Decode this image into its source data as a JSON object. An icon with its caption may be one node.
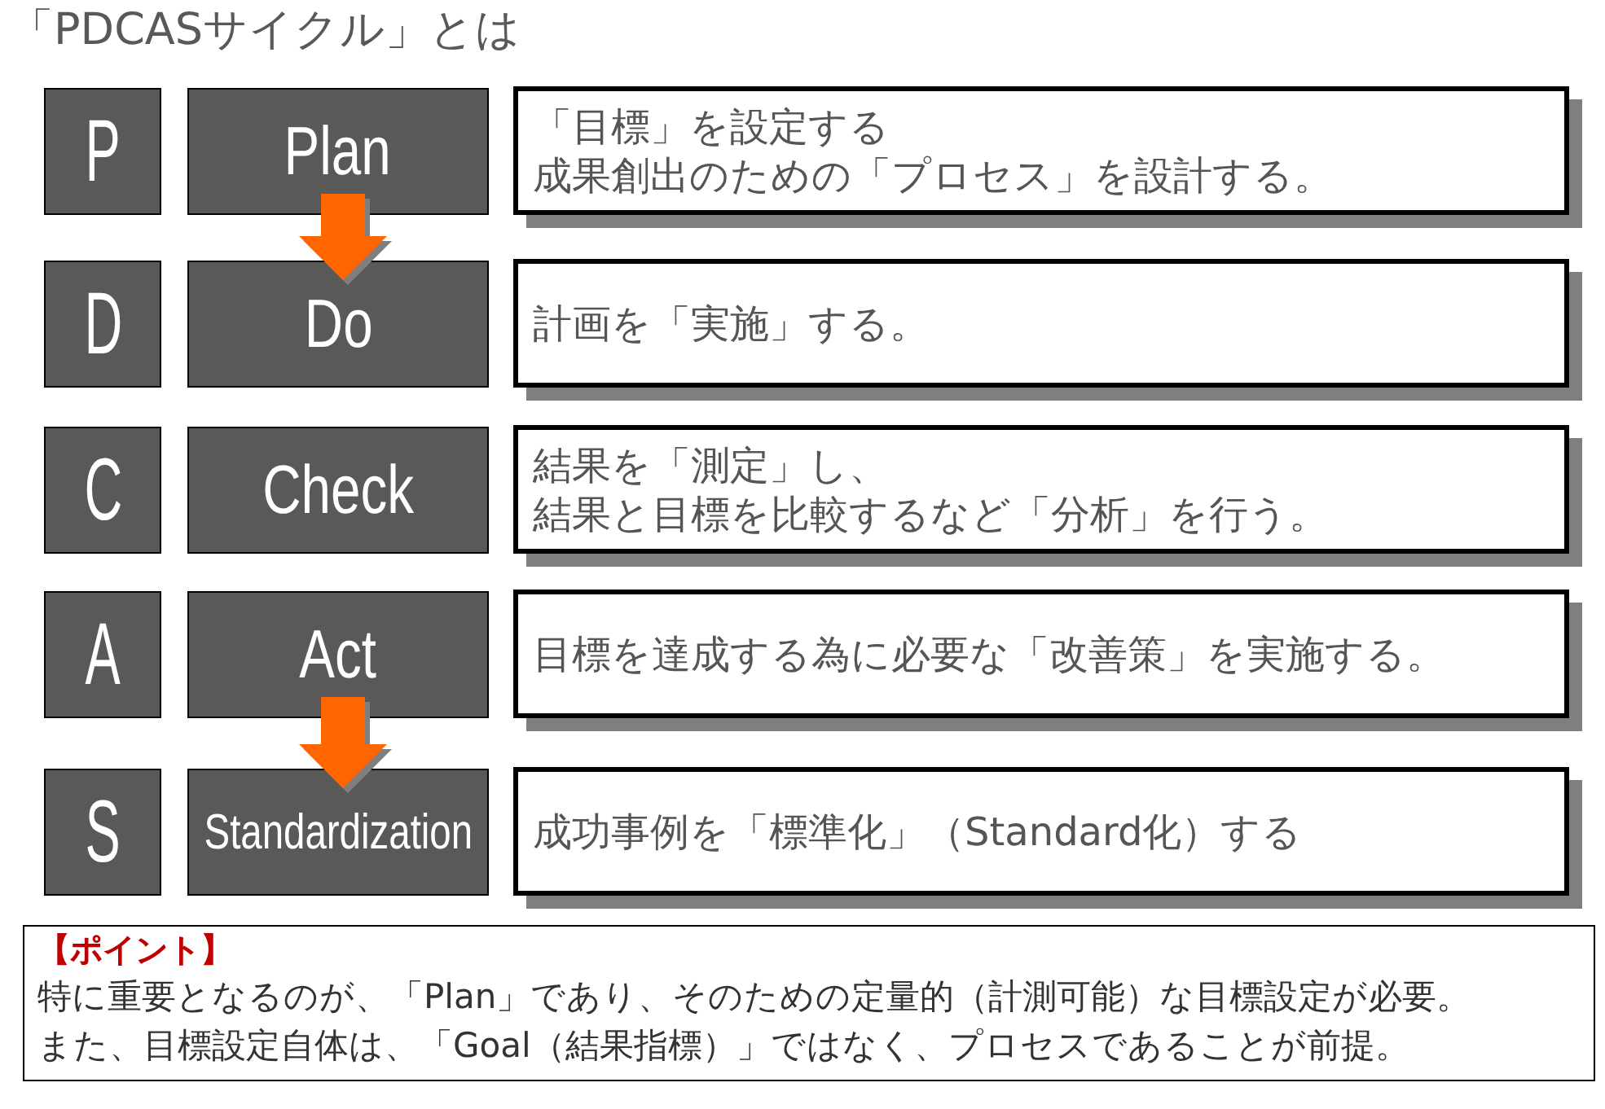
{
  "diagram": {
    "title": "「PDCASサイクル」とは",
    "nodes": [
      {
        "text": [
          "P"
        ]
      },
      {
        "text": [
          "Plan"
        ]
      },
      {
        "text": [
          "「目標」を設定する",
          "成果創出のための「プロセス」を設計する。"
        ]
      },
      {
        "text": [
          "D"
        ]
      },
      {
        "text": [
          "Do"
        ]
      },
      {
        "text": [
          "計画を「実施」する。"
        ]
      },
      {
        "text": [
          "C"
        ]
      },
      {
        "text": [
          "Check"
        ]
      },
      {
        "text": [
          "結果を「測定」し、",
          "結果と目標を比較するなど「分析」を行う。"
        ]
      },
      {
        "text": [
          "A"
        ]
      },
      {
        "text": [
          "Act"
        ]
      },
      {
        "text": [
          "目標を達成する為に必要な「改善策」を実施する。"
        ]
      },
      {
        "text": [
          "S"
        ]
      },
      {
        "text": [
          "Standardization"
        ]
      },
      {
        "text": [
          "成功事例を「標準化」（Standard化）する"
        ]
      },
      {
        "text": [
          "【ポイント】",
          "特に重要となるのが、「Plan」であり、そのための定量的（計測可能）な目標設定が必要。",
          "また、目標設定自体は、「Goal（結果指標）」ではなく、プロセスであることが前提。"
        ]
      }
    ],
    "edges": [
      {
        "from": 1,
        "to": 4,
        "arrow": "to"
      },
      {
        "from": 10,
        "to": 13,
        "arrow": "to"
      }
    ]
  }
}
